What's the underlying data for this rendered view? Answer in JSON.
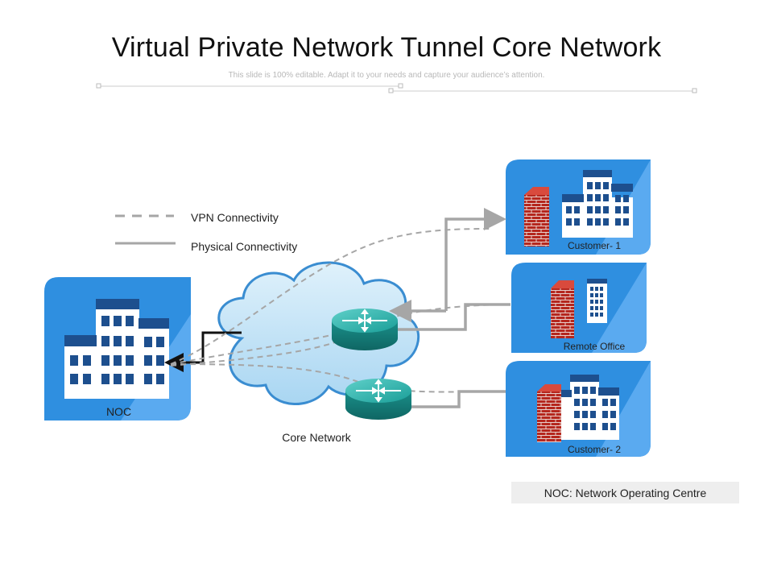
{
  "slide": {
    "title": "Virtual Private Network Tunnel Core Network",
    "subtitle": "This slide is 100% editable. Adapt it to your needs and capture your audience’s attention."
  },
  "legend": {
    "vpn_label": "VPN Connectivity",
    "physical_label": "Physical Connectivity"
  },
  "nodes": {
    "noc": "NOC",
    "core": "Core Network",
    "customer1": "Customer- 1",
    "remote": "Remote Office",
    "customer2": "Customer- 2"
  },
  "note": "NOC: Network Operating Centre",
  "colors": {
    "tile_blue": "#2f8fe0",
    "tile_light": "#5aaaf0",
    "building_dark": "#1d4f8e",
    "firewall_red": "#b5271e",
    "router_teal": "#1aa3a0",
    "line_gray": "#a6a6a6"
  }
}
